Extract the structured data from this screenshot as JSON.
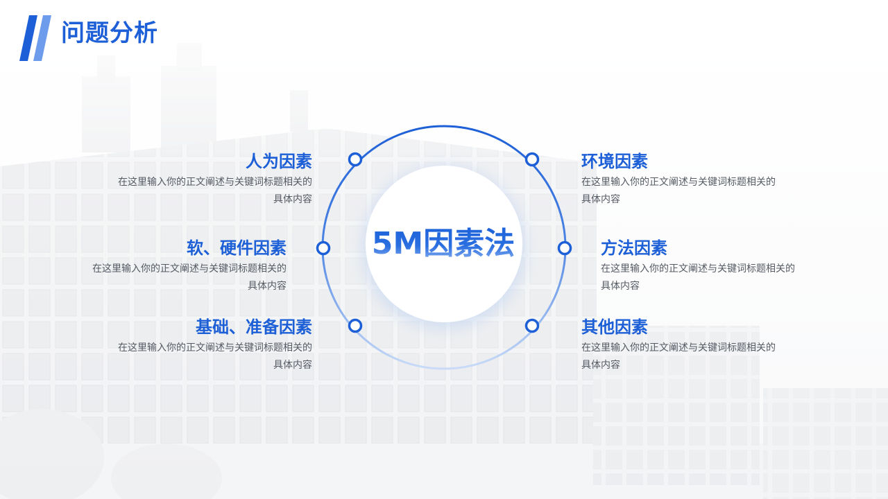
{
  "page": {
    "title": "问题分析"
  },
  "center": {
    "label": "5M因素法"
  },
  "factors": [
    {
      "title": "人为因素",
      "desc_line1": "在这里输入你的正文阐述与关键词标题相关的",
      "desc_line2": "具体内容"
    },
    {
      "title": "软、硬件因素",
      "desc_line1": "在这里输入你的正文阐述与关键词标题相关的",
      "desc_line2": "具体内容"
    },
    {
      "title": "基础、准备因素",
      "desc_line1": "在这里输入你的正文阐述与关键词标题相关的",
      "desc_line2": "具体内容"
    },
    {
      "title": "环境因素",
      "desc_line1": "在这里输入你的正文阐述与关键词标题相关的",
      "desc_line2": "具体内容"
    },
    {
      "title": "方法因素",
      "desc_line1": "在这里输入你的正文阐述与关键词标题相关的",
      "desc_line2": "具体内容"
    },
    {
      "title": "其他因素",
      "desc_line1": "在这里输入你的正文阐述与关键词标题相关的",
      "desc_line2": "具体内容"
    }
  ],
  "colors": {
    "accent": "#1d5fd6",
    "accent_light": "#8fb4f0",
    "text_muted": "#555a63"
  }
}
